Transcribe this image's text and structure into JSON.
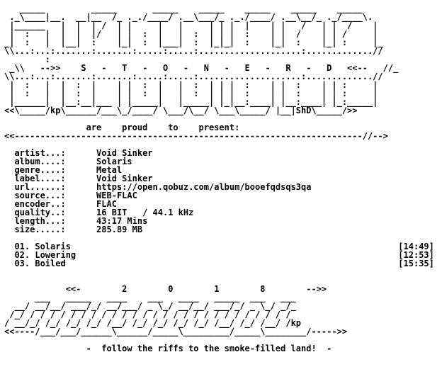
{
  "document": {
    "header_art": [
      "   _____         _____       _____    _____    _____    _____    _____",
      " ._\\____|__.  __|__  /_ ._./____/ .__\\___/_ ._./____/ .__\\__/_ ._/____\\.",
      " |______   |  |  | /  | |     |   |     | | |  |    | |   /   | |  /    |",
      " |  :   |  |  |  |/   | |  :  |   |  :  | | |  :    | |  /    | | /     |",
      "_|  :   |  |__|  :    |_|  :  |___|  :  |_|_|  :    |_|  :    |_| :     |_",
      "\\\\...:...:.......:.......:.....:.....:....................:.............//",
      "        :",
      " _\\\\   -->>    S   -   T   -   O   -   N   -   E   -   R   -   D   <<--   //_",
      "\\\\...:...:.......:.......:.....:.....:....................:.............//",
      " |  :   |  |  :  |    | |  :  |   |  :  | | |  :    | |  :    | | :     |",
      " |  :   |  |  :  |    | |  :  |   |  :  | | |  :    | |  :    | | :     |",
      " |______|  |__:__|___ | |_____|   |_____| |_|__:____| |__:____| |_:_____|",
      "<<\\_____/kp\\______/___\\_/____/ \\___/\\__/ \\___\\_____/ |__|ShD\\_____/>>"
    ],
    "presents": "are    proud    to    present:",
    "presents_rule": "<<--------------------------------------------------------------------//-->",
    "fields": [
      {
        "key": "artist...:",
        "value": "Void Sinker"
      },
      {
        "key": "album....:",
        "value": "Solaris"
      },
      {
        "key": "genre....:",
        "value": "Metal"
      },
      {
        "key": "label....:",
        "value": "Void Sinker"
      },
      {
        "key": "url......:",
        "value": "https://open.qobuz.com/album/booefqdsqs3qa"
      },
      {
        "key": "source...:",
        "value": "WEB-FLAC"
      },
      {
        "key": "encoder..:",
        "value": "FLAC"
      },
      {
        "key": "quality..:",
        "value": "16 BIT   / 44.1 kHz"
      },
      {
        "key": "length...:",
        "value": "43:17 Mins"
      },
      {
        "key": "size.....:",
        "value": "285.89 MB"
      }
    ],
    "tracks": [
      {
        "title": "01. Solaris",
        "time": "[14:49]"
      },
      {
        "title": "02. Lowering",
        "time": "[12:53]"
      },
      {
        "title": "03. Boiled",
        "time": "[15:35]"
      }
    ],
    "year_line": "<<-        2        0        1        8        -->>",
    "footer_art": [
      "      ___   _____   ____    ___   ____   _____  ___   ___",
      "  __/ __/__/ ___/_/ __/___/ _ \\_/ __/__/ ___/_/ _ \\_/ _/_",
      " /_/ / / / / / / / / / / / / / / / / / / / / / / / / / /",
      "/ __/_/ /_/ /_/ /_/ /__/ /_/ /_/ /_/ /_/ /__/ /_/ /__/ /kp",
      "<<----/___/___/______\\______/_____\\_________/_____\\________/----->>"
    ],
    "tagline": "-  follow the riffs to the smoke-filled land!  -"
  }
}
